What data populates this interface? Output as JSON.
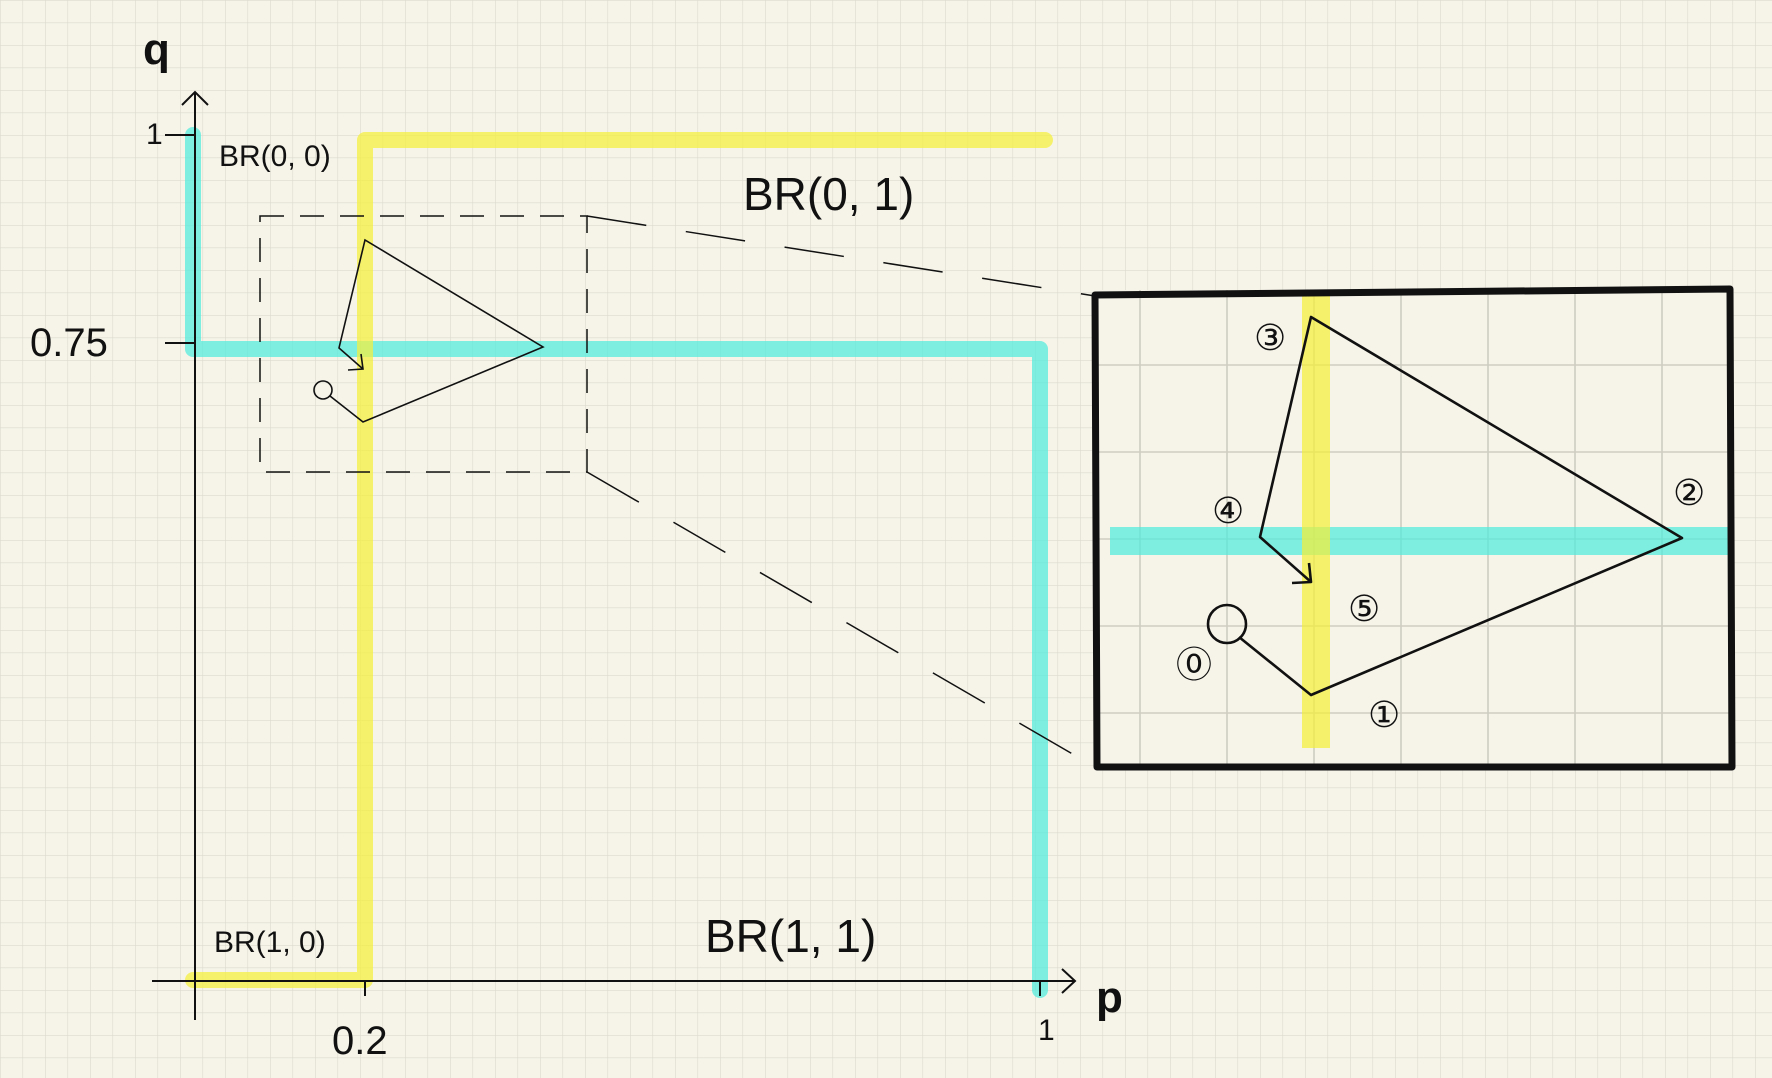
{
  "axes": {
    "x_label": "p",
    "y_label": "q",
    "x_ticks": [
      {
        "label": "0.2",
        "value": 0.2
      },
      {
        "label": "1",
        "value": 1
      }
    ],
    "y_ticks": [
      {
        "label": "1",
        "value": 1
      },
      {
        "label": "0.75",
        "value": 0.75
      }
    ]
  },
  "regions": {
    "br00": "BR(0, 0)",
    "br01": "BR(0, 1)",
    "br10": "BR(1, 0)",
    "br11": "BR(1, 1)"
  },
  "best_response_colors": {
    "player_p": "#f5f03a",
    "player_q": "#4fecdc"
  },
  "equilibrium": {
    "p": 0.2,
    "q": 0.75
  },
  "inset_steps": [
    "⓪",
    "①",
    "②",
    "③",
    "④",
    "⑤"
  ]
}
